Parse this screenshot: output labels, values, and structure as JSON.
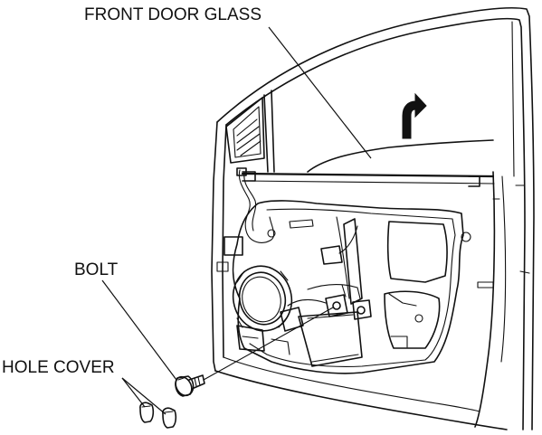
{
  "labels": {
    "front_door_glass": "FRONT DOOR GLASS",
    "bolt": "BOLT",
    "hole_cover": "HOLE COVER"
  },
  "colors": {
    "line": "#111111",
    "background": "#ffffff",
    "fill_dark": "#111111"
  },
  "icons": {
    "direction_arrow": "up-right-curved-arrow"
  }
}
